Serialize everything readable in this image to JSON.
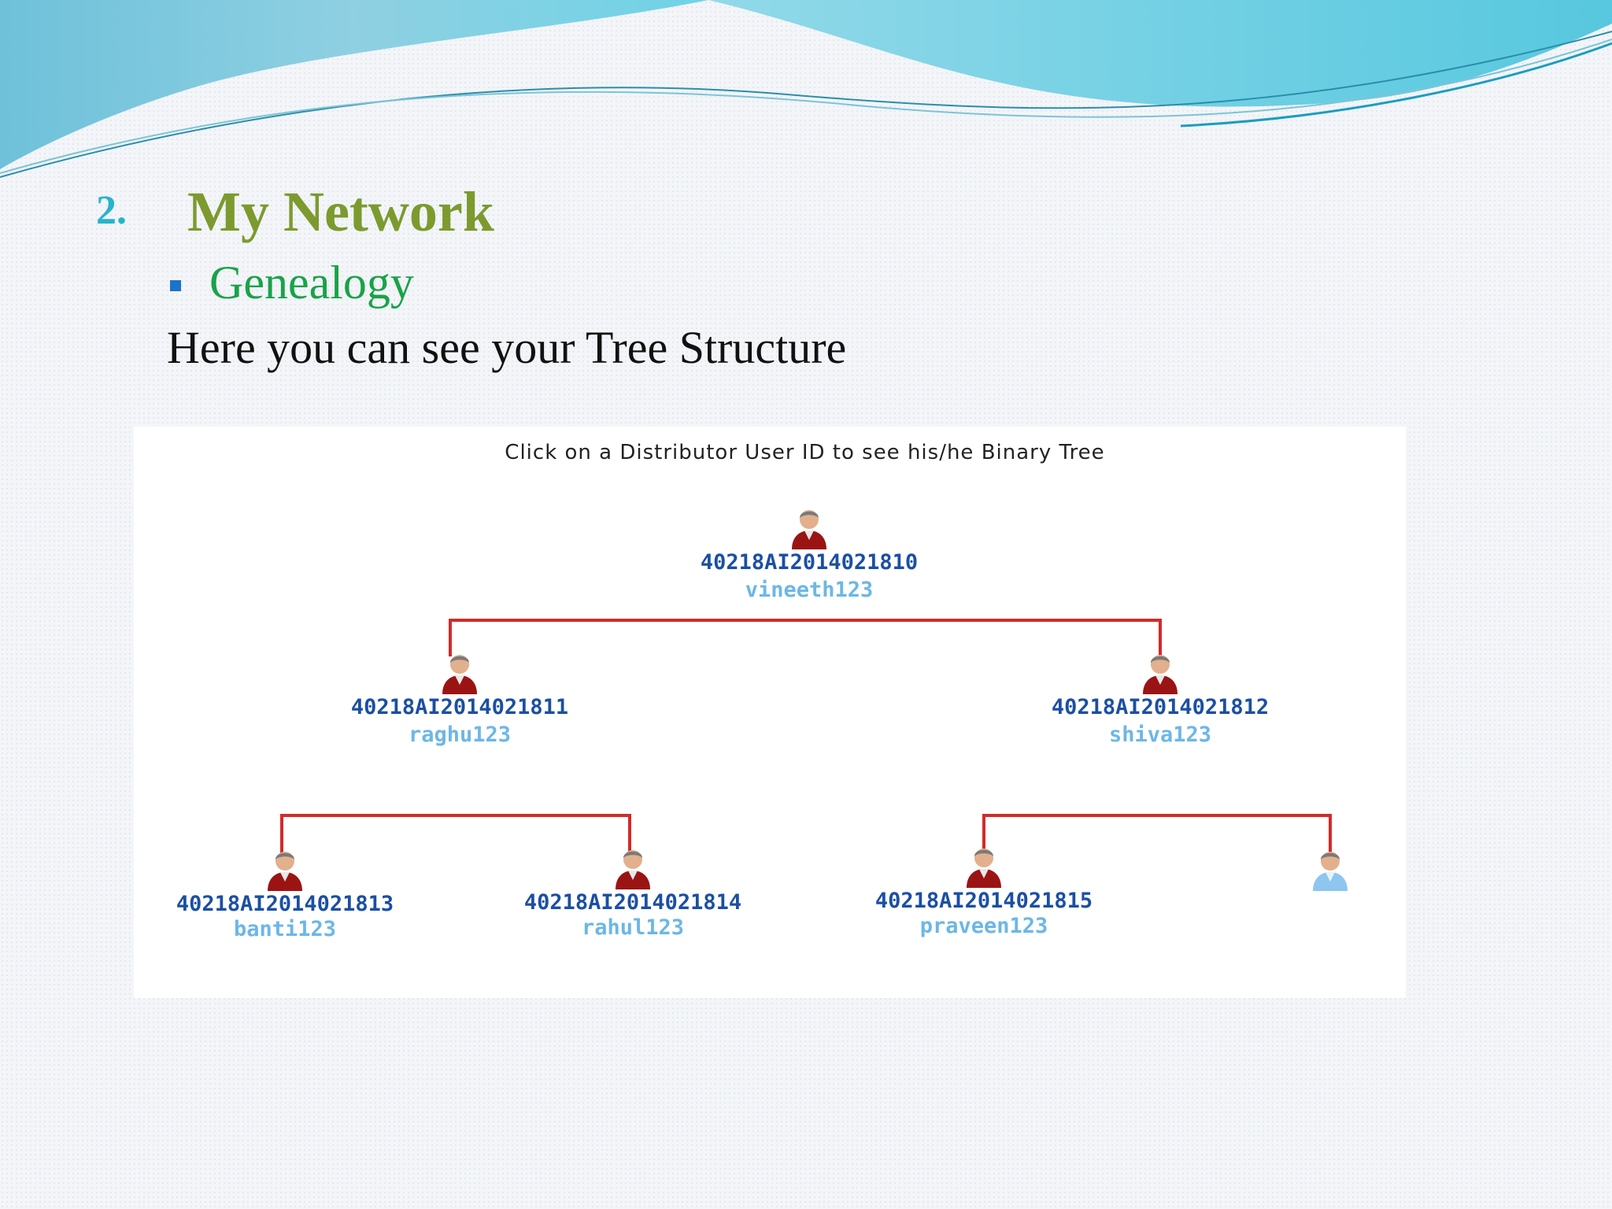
{
  "slide": {
    "number": "2.",
    "title": "My Network",
    "bullet": "Genealogy",
    "description": "Here you can see your Tree Structure"
  },
  "tree": {
    "caption": "Click on a Distributor User ID to see his/he Binary Tree",
    "colors": {
      "connector": "#d32a2a",
      "user_id": "#1b4fa3",
      "username": "#6cb7e6",
      "active_avatar": "#9b1414",
      "empty_avatar": "#8ec6ef"
    },
    "root": {
      "id": "40218AI2014021810",
      "username": "vineeth123",
      "icon": "user-active-icon"
    },
    "level1": [
      {
        "id": "40218AI2014021811",
        "username": "raghu123",
        "icon": "user-active-icon"
      },
      {
        "id": "40218AI2014021812",
        "username": "shiva123",
        "icon": "user-active-icon"
      }
    ],
    "level2": [
      {
        "id": "40218AI2014021813",
        "username": "banti123",
        "icon": "user-active-icon"
      },
      {
        "id": "40218AI2014021814",
        "username": "rahul123",
        "icon": "user-active-icon"
      },
      {
        "id": "40218AI2014021815",
        "username": "praveen123",
        "icon": "user-active-icon"
      },
      {
        "id": "",
        "username": "",
        "icon": "user-empty-icon"
      }
    ]
  }
}
